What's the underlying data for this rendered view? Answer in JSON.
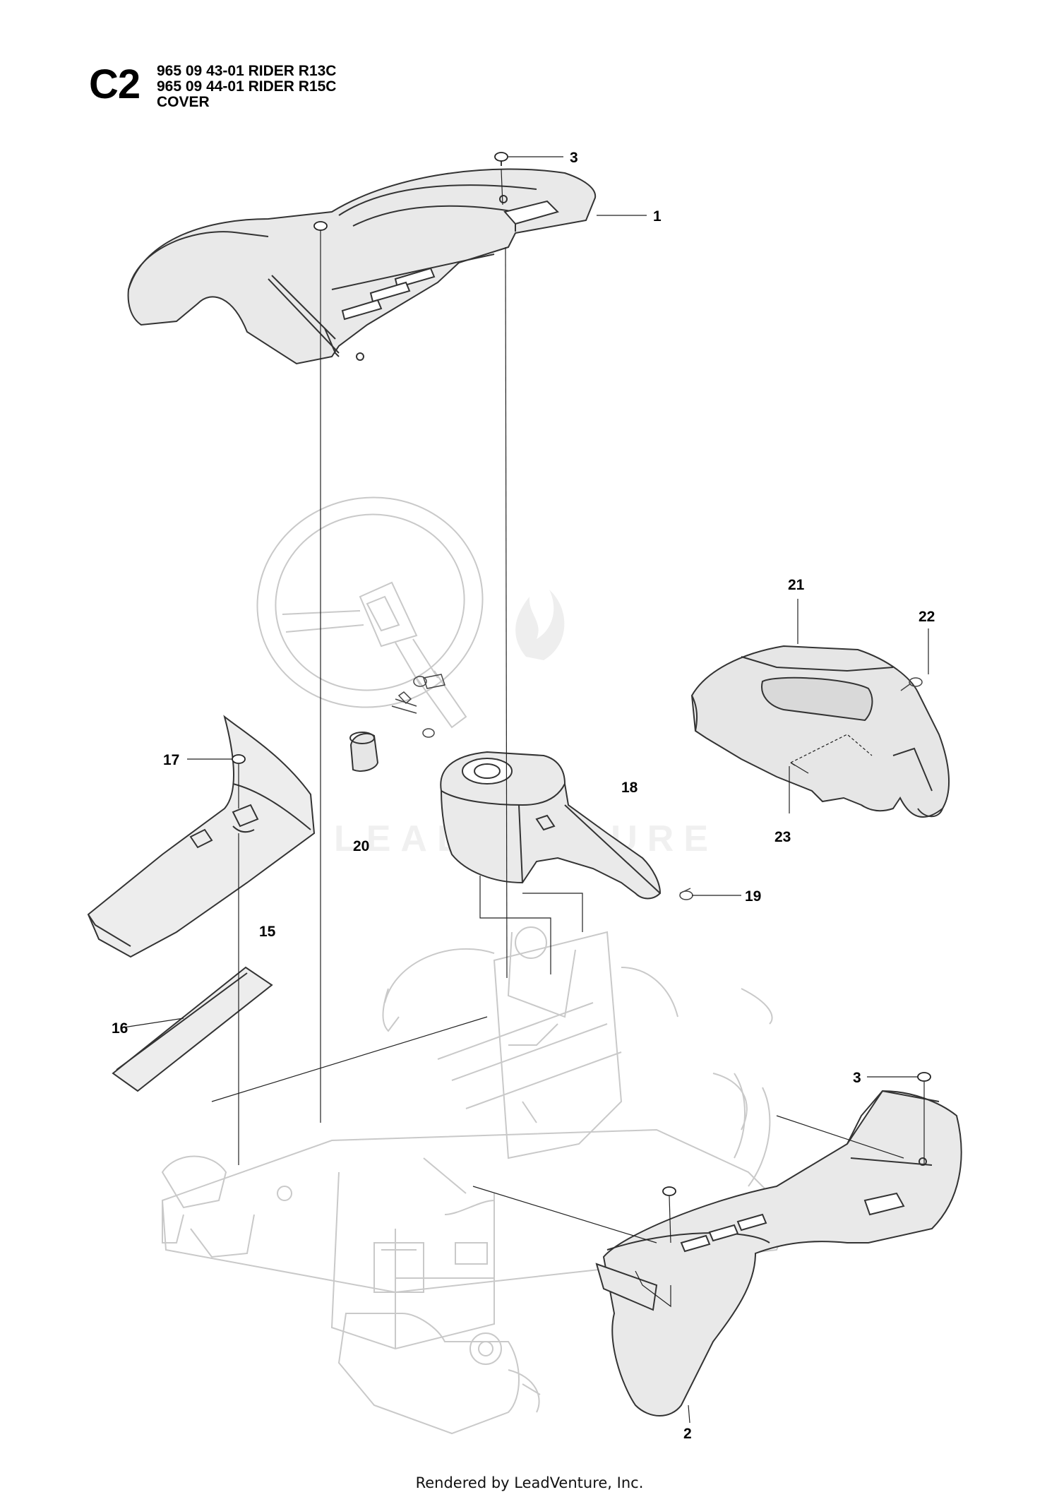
{
  "header": {
    "section_code": "C2",
    "lines": [
      "965 09 43-01 RIDER R13C",
      "965 09 44-01 RIDER R15C",
      "COVER"
    ]
  },
  "watermark": "LEADVENTURE",
  "callouts": [
    {
      "id": "c3a",
      "label": "3"
    },
    {
      "id": "c1",
      "label": "1"
    },
    {
      "id": "c21",
      "label": "21"
    },
    {
      "id": "c22",
      "label": "22"
    },
    {
      "id": "c17",
      "label": "17"
    },
    {
      "id": "c18",
      "label": "18"
    },
    {
      "id": "c20",
      "label": "20"
    },
    {
      "id": "c23",
      "label": "23"
    },
    {
      "id": "c19",
      "label": "19"
    },
    {
      "id": "c15",
      "label": "15"
    },
    {
      "id": "c16",
      "label": "16"
    },
    {
      "id": "c3b",
      "label": "3"
    },
    {
      "id": "c2",
      "label": "2"
    }
  ],
  "footer": "Rendered by LeadVenture, Inc."
}
